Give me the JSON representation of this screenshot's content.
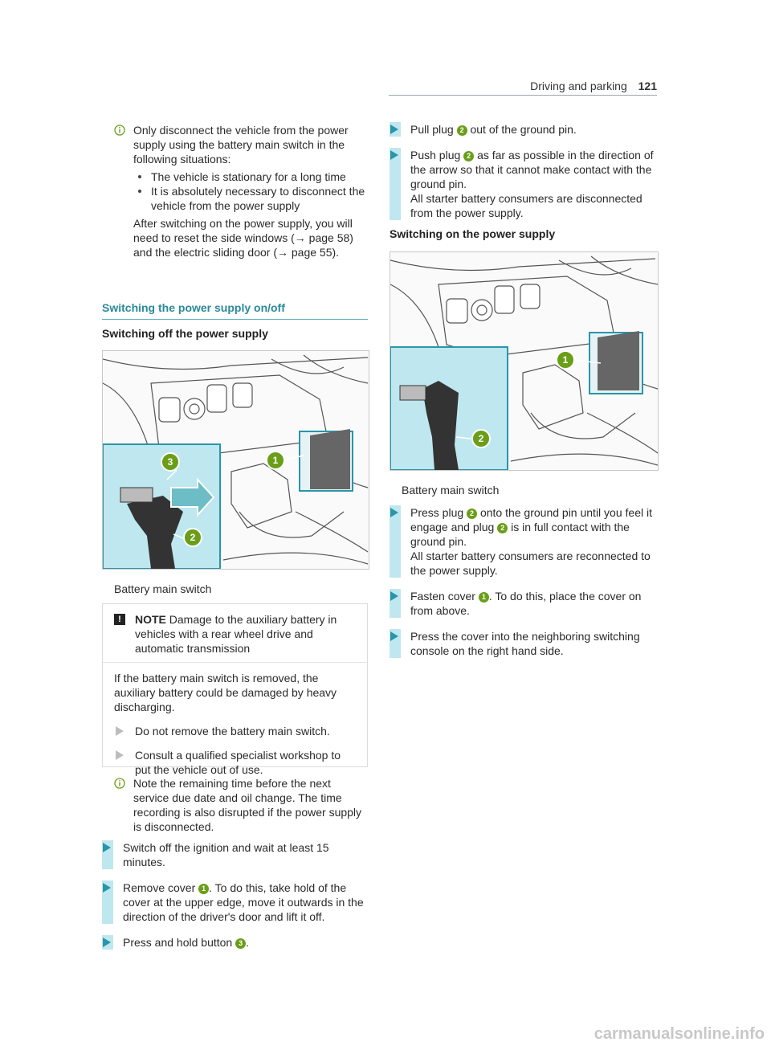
{
  "header": {
    "section": "Driving and parking",
    "page": "121"
  },
  "left": {
    "info1": {
      "text": "Only disconnect the vehicle from the power supply using the battery main switch in the following situations:",
      "bullets": [
        "The vehicle is stationary for a long time",
        "It is absolutely necessary to disconnect the vehicle from the power supply"
      ],
      "after": "After switching on the power supply, you will need to reset the side windows (→ page 58) and the electric sliding door (→ page 55)."
    },
    "section_title": "Switching the power supply on/off",
    "sub_title": "Switching off the power supply",
    "figure_caption": "Battery main switch",
    "notice": {
      "label": "NOTE",
      "head_text": "Damage to the auxiliary battery in vehicles with a rear wheel drive and automatic transmission",
      "body": "If the battery main switch is removed, the auxiliary battery could be damaged by heavy discharging.",
      "steps": [
        "Do not remove the battery main switch.",
        "Consult a qualified specialist workshop to put the vehicle out of use."
      ]
    },
    "info2": "Note the remaining time before the next service due date and oil change. The time recording is also disrupted if the power supply is disconnected.",
    "steps": {
      "s1": "Switch off the ignition and wait at least 15 minutes.",
      "s2a": "Remove cover",
      "s2b": ". To do this, take hold of the cover at the upper edge, move it outwards in the direction of the driver's door and lift it off.",
      "s3a": "Press and hold button",
      "s3b": "."
    }
  },
  "right": {
    "steps_off": {
      "s1a": "Pull plug",
      "s1b": "out of the ground pin.",
      "s2a": "Push plug",
      "s2b": "as far as possible in the direction of the arrow so that it cannot make contact with the ground pin.",
      "s2c": "All starter battery consumers are disconnected from the power supply."
    },
    "sub_title": "Switching on the power supply",
    "figure_caption": "Battery main switch",
    "steps_on": {
      "s1a": "Press plug",
      "s1b": "onto the ground pin until you feel it engage and plug",
      "s1c": "is in full contact with the ground pin.",
      "s1d": "All starter battery consumers are reconnected to the power supply.",
      "s2a": "Fasten cover",
      "s2b": ". To do this, place the cover on from above.",
      "s3": "Press the cover into the neighboring switching console on the right hand side."
    }
  },
  "callouts": {
    "one": "1",
    "two": "2",
    "three": "3"
  },
  "watermark": "carmanualsonline.info",
  "colors": {
    "accent": "#2a95a8",
    "callout": "#6a9e18",
    "highlight": "#bfe7ef"
  }
}
